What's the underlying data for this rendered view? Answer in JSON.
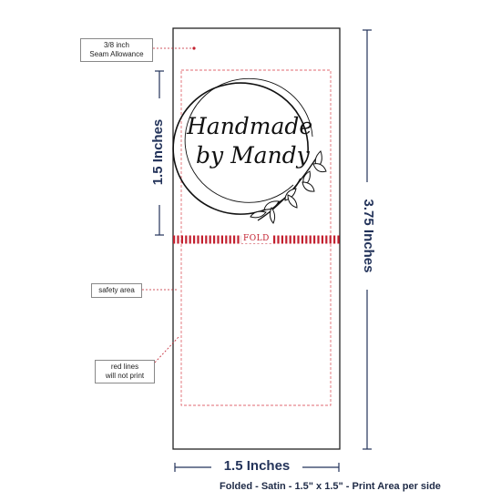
{
  "callouts": {
    "seam_fraction": "3/8 inch",
    "seam_text": "Seam Allowance",
    "safety": "safety area",
    "red_lines_1": "red lines",
    "red_lines_2": "will not print"
  },
  "dimensions": {
    "label_height_top": "1.5 Inches",
    "label_total_height": "3.75 Inches",
    "label_width": "1.5 Inches"
  },
  "design": {
    "line1": "Handmade",
    "line2": "by Mandy"
  },
  "fold_label": "FOLD",
  "caption": "Folded - Satin - 1.5\" x 1.5\" - Print Area per side",
  "colors": {
    "accent_red": "#c3202f",
    "dimension_navy": "#23335a"
  }
}
